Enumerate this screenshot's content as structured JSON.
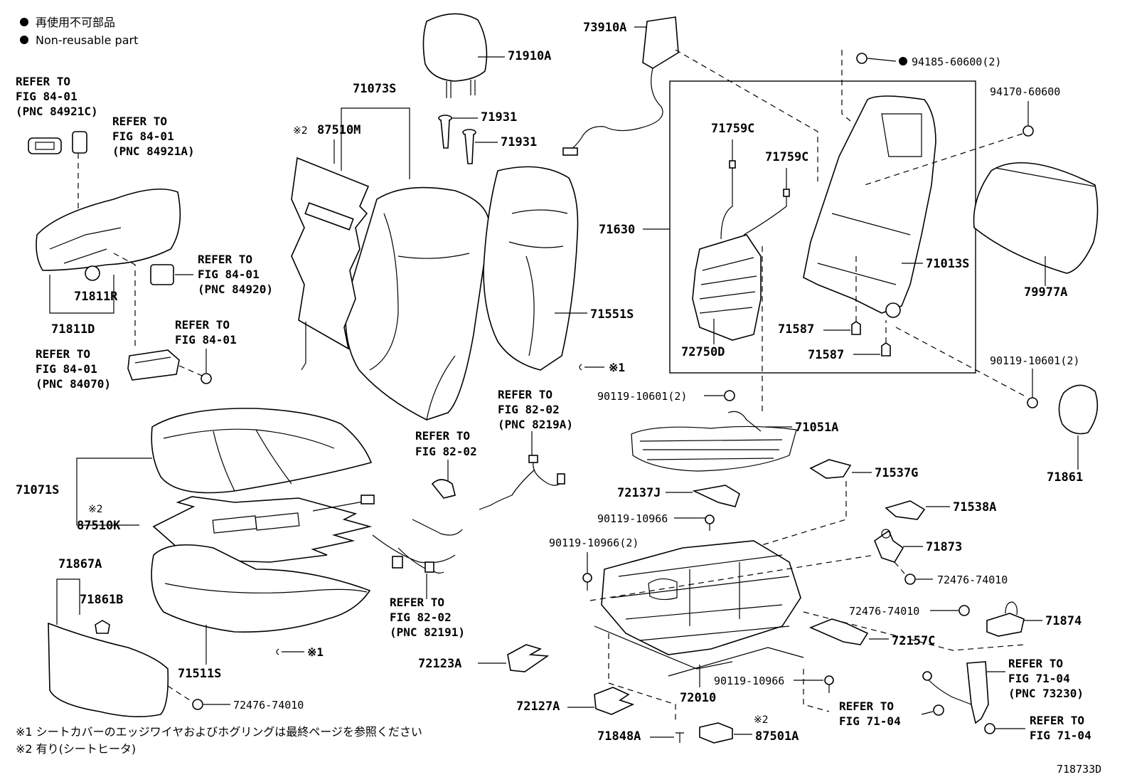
{
  "legend": {
    "line1": "再使用不可部品",
    "line2": "Non-reusable part"
  },
  "labels": {
    "p73910A": "73910A",
    "p71910A": "71910A",
    "p94185": "94185-60600(2)",
    "p94170": "94170-60600",
    "p71073S": "71073S",
    "p71931a": "71931",
    "p71931b": "71931",
    "p87510M": "87510M",
    "p87510M_mark": "※2",
    "p71759C_a": "71759C",
    "p71759C_b": "71759C",
    "p71630": "71630",
    "p71013S": "71013S",
    "p79977A": "79977A",
    "p71551S": "71551S",
    "p71587a": "71587",
    "p71587b": "71587",
    "p72750D": "72750D",
    "p90119_10601_2a": "90119-10601(2)",
    "p90119_10601_2b": "90119-10601(2)",
    "p71861": "71861",
    "p71811R": "71811R",
    "p71811D": "71811D",
    "p71051A": "71051A",
    "p71537G": "71537G",
    "p72137J": "72137J",
    "p71538A": "71538A",
    "p90119_10966a": "90119-10966",
    "p90119_10966_2": "90119-10966(2)",
    "p90119_10966b": "90119-10966",
    "p71873": "71873",
    "p72476_74010a": "72476-74010",
    "p72476_74010b": "72476-74010",
    "p72476_74010c": "72476-74010",
    "p71874": "71874",
    "p72157C": "72157C",
    "p71071S": "71071S",
    "p87510K": "87510K",
    "p87510K_mark": "※2",
    "p71867A": "71867A",
    "p71861B": "71861B",
    "p71511S": "71511S",
    "p72123A": "72123A",
    "p72127A": "72127A",
    "p72010": "72010",
    "p71848A": "71848A",
    "p87501A": "87501A",
    "p87501A_mark": "※2",
    "mark1a": "※1",
    "mark1b": "※1"
  },
  "refers": {
    "r1": [
      "REFER TO",
      "FIG 84-01",
      "(PNC 84921C)"
    ],
    "r2": [
      "REFER TO",
      "FIG 84-01",
      "(PNC 84921A)"
    ],
    "r3": [
      "REFER TO",
      "FIG 84-01",
      "(PNC 84920)"
    ],
    "r4": [
      "REFER TO",
      "FIG 84-01"
    ],
    "r5": [
      "REFER TO",
      "FIG 84-01",
      "(PNC 84070)"
    ],
    "r6": [
      "REFER TO",
      "FIG 82-02",
      "(PNC 8219A)"
    ],
    "r7": [
      "REFER TO",
      "FIG 82-02"
    ],
    "r8": [
      "REFER TO",
      "FIG 82-02",
      "(PNC 82191)"
    ],
    "r9": [
      "REFER TO",
      "FIG 71-04",
      "(PNC 73230)"
    ],
    "r10": [
      "REFER TO",
      "FIG 71-04"
    ],
    "r11": [
      "REFER TO",
      "FIG 71-04"
    ]
  },
  "notes": {
    "n1": "※1 シートカバーのエッジワイヤおよびホグリングは最終ページを参照ください",
    "n2": "※2 有り(シートヒータ)"
  },
  "figure_id": "718733D"
}
